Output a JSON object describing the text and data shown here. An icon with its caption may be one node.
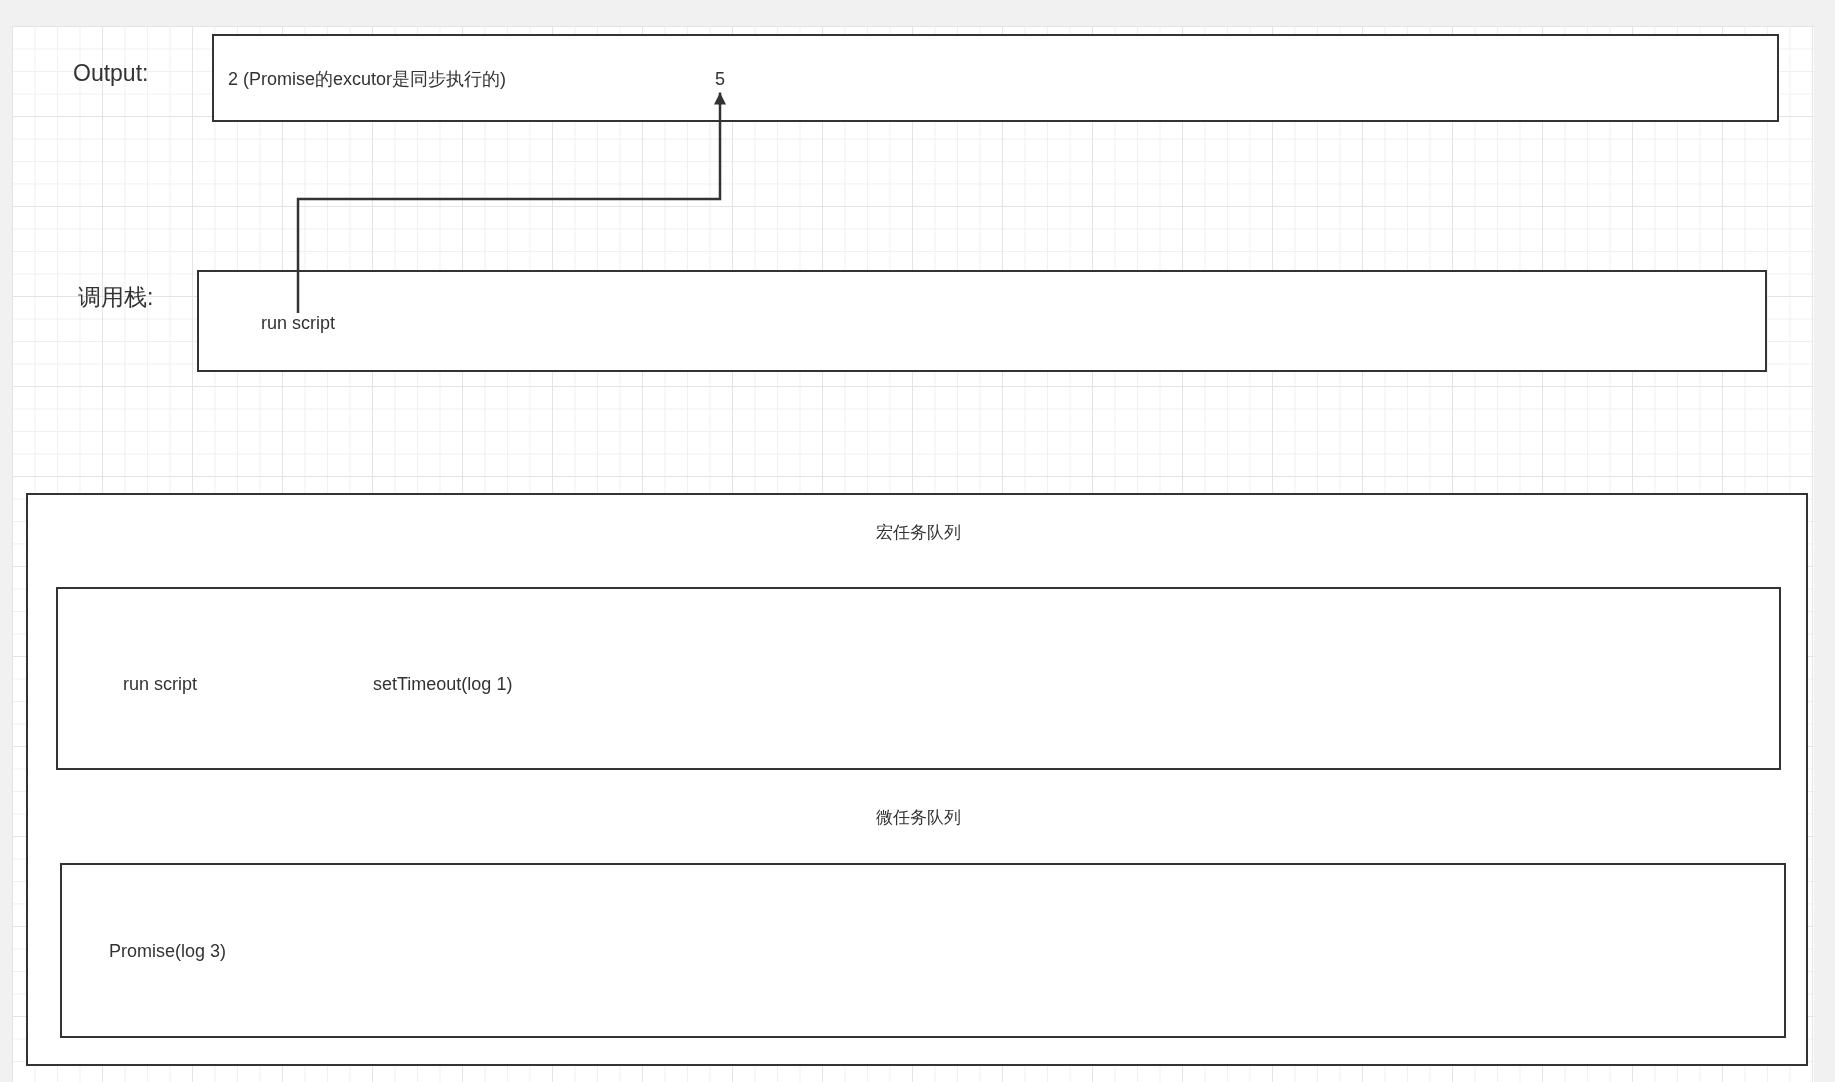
{
  "diagram": {
    "nodes": [
      {
        "text": [
          "Output:",
          "2 (Promise的excutor是同步执行的)"
        ]
      },
      {
        "text": [
          "5"
        ],
        "in": 0
      },
      {
        "text": [
          "调用栈:"
        ]
      },
      {
        "text": [
          "run script"
        ],
        "in": 2
      },
      {
        "text": [],
        "shape": "box"
      },
      {
        "text": [
          "宏任务队列",
          "run script",
          "setTimeout(log 1)"
        ],
        "in": 4
      },
      {
        "text": [
          "微任务队列",
          "Promise(log 3)"
        ],
        "in": 4
      }
    ],
    "edges": [
      {
        "from": 3,
        "to": 1,
        "arrow": "to"
      }
    ]
  }
}
